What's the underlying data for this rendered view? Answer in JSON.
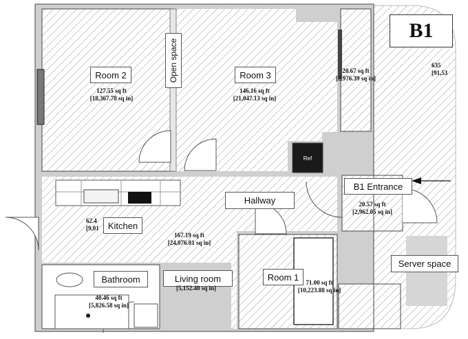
{
  "floor_label": "B1",
  "rooms": {
    "room2": {
      "name": "Room 2",
      "sqft": "127.55 sq ft",
      "sqin": "[18,367.78 sq in]"
    },
    "room3": {
      "name": "Room 3",
      "sqft": "146.16 sq ft",
      "sqin": "[21,047.13 sq in]"
    },
    "closet": {
      "sqft": "20.67 sq ft",
      "sqin": "[2,976.39 sq in]"
    },
    "outer": {
      "sqft": "635",
      "sqin": "[91,53"
    },
    "open_space": {
      "name": "Open space"
    },
    "entrance": {
      "name": "B1 Entrance",
      "sqft": "20.57 sq ft",
      "sqin": "[2,962.05 sq in]"
    },
    "hallway": {
      "name": "Hallway"
    },
    "kitchen": {
      "name": "Kitchen",
      "sqft": "62.4",
      "sqin": "[9,01"
    },
    "living": {
      "name": "Living room",
      "sqft": "167.19 sq ft",
      "sqin": "[24,076.01 sq in]",
      "sqin_partial": "[5,152.40 sq in]"
    },
    "bathroom": {
      "name": "Bathroom",
      "sqft": "40.46 sq ft",
      "sqin": "[5,826.58 sq in]"
    },
    "room1": {
      "name": "Room 1",
      "sqft": "71.00 sq ft",
      "sqin": "[10,223.88 sq in]"
    },
    "server": {
      "name": "Server space"
    }
  },
  "fixtures": {
    "fridge": "Ref"
  }
}
